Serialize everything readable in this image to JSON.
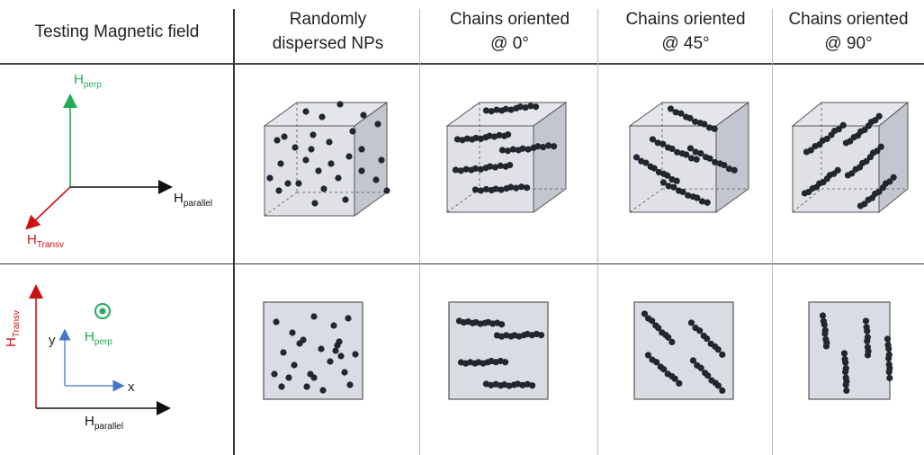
{
  "table": {
    "header": {
      "col0": "Testing Magnetic field",
      "col1": [
        "Randomly",
        "dispersed NPs"
      ],
      "col2": [
        "Chains oriented",
        "@ 0°"
      ],
      "col3": [
        "Chains oriented",
        "@ 45°"
      ],
      "col4": [
        "Chains oriented",
        "@ 90°"
      ]
    }
  },
  "axes_3d": {
    "perp": {
      "main": "H",
      "sub": "perp",
      "color": "#22aa55"
    },
    "parallel": {
      "main": "H",
      "sub": "parallel",
      "color": "#111111"
    },
    "transv": {
      "main": "H",
      "sub": "Transv",
      "color": "#cc1111"
    }
  },
  "axes_2d": {
    "transv": {
      "main": "H",
      "sub": "Transv",
      "color": "#cc1111"
    },
    "parallel": {
      "main": "H",
      "sub": "parallel",
      "color": "#111111"
    },
    "y": "y",
    "x": "x",
    "perp": {
      "main": "H",
      "sub": "perp",
      "color": "#22aa55"
    },
    "inner_axis_color": "#4477cc"
  },
  "colors": {
    "cube_fill": "#d9dce3",
    "cube_top": "#e4e6ec",
    "cube_side": "#c3c6cf",
    "edge": "#555555",
    "particle": "#22262d"
  }
}
